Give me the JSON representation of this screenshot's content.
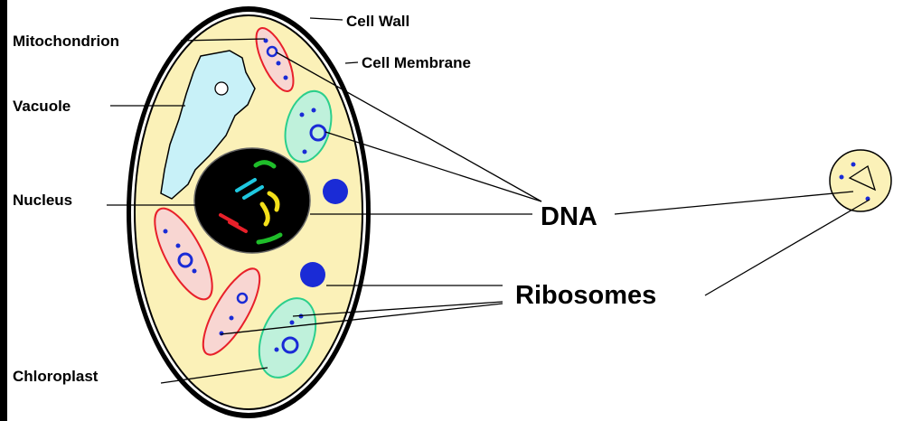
{
  "labels": {
    "cell_wall": "Cell Wall",
    "cell_membrane": "Cell Membrane",
    "mitochondrion": "Mitochondrion",
    "vacuole": "Vacuole",
    "nucleus": "Nucleus",
    "chloroplast": "Chloroplast",
    "dna": "DNA",
    "ribosomes": "Ribosomes"
  },
  "colors": {
    "cytoplasm": "#fbf1b8",
    "vacuole": "#c8f1f8",
    "nucleus": "#000000",
    "mitochondrion_fill": "#f8d6d2",
    "mitochondrion_edge": "#e8202a",
    "chloroplast_fill": "#bff1db",
    "chloroplast_edge": "#2bcf8c",
    "ribosome": "#1a2bd6",
    "chromosome_colors": [
      "#1fbd2a",
      "#1fc8e0",
      "#f4e01a",
      "#e8202a"
    ]
  }
}
